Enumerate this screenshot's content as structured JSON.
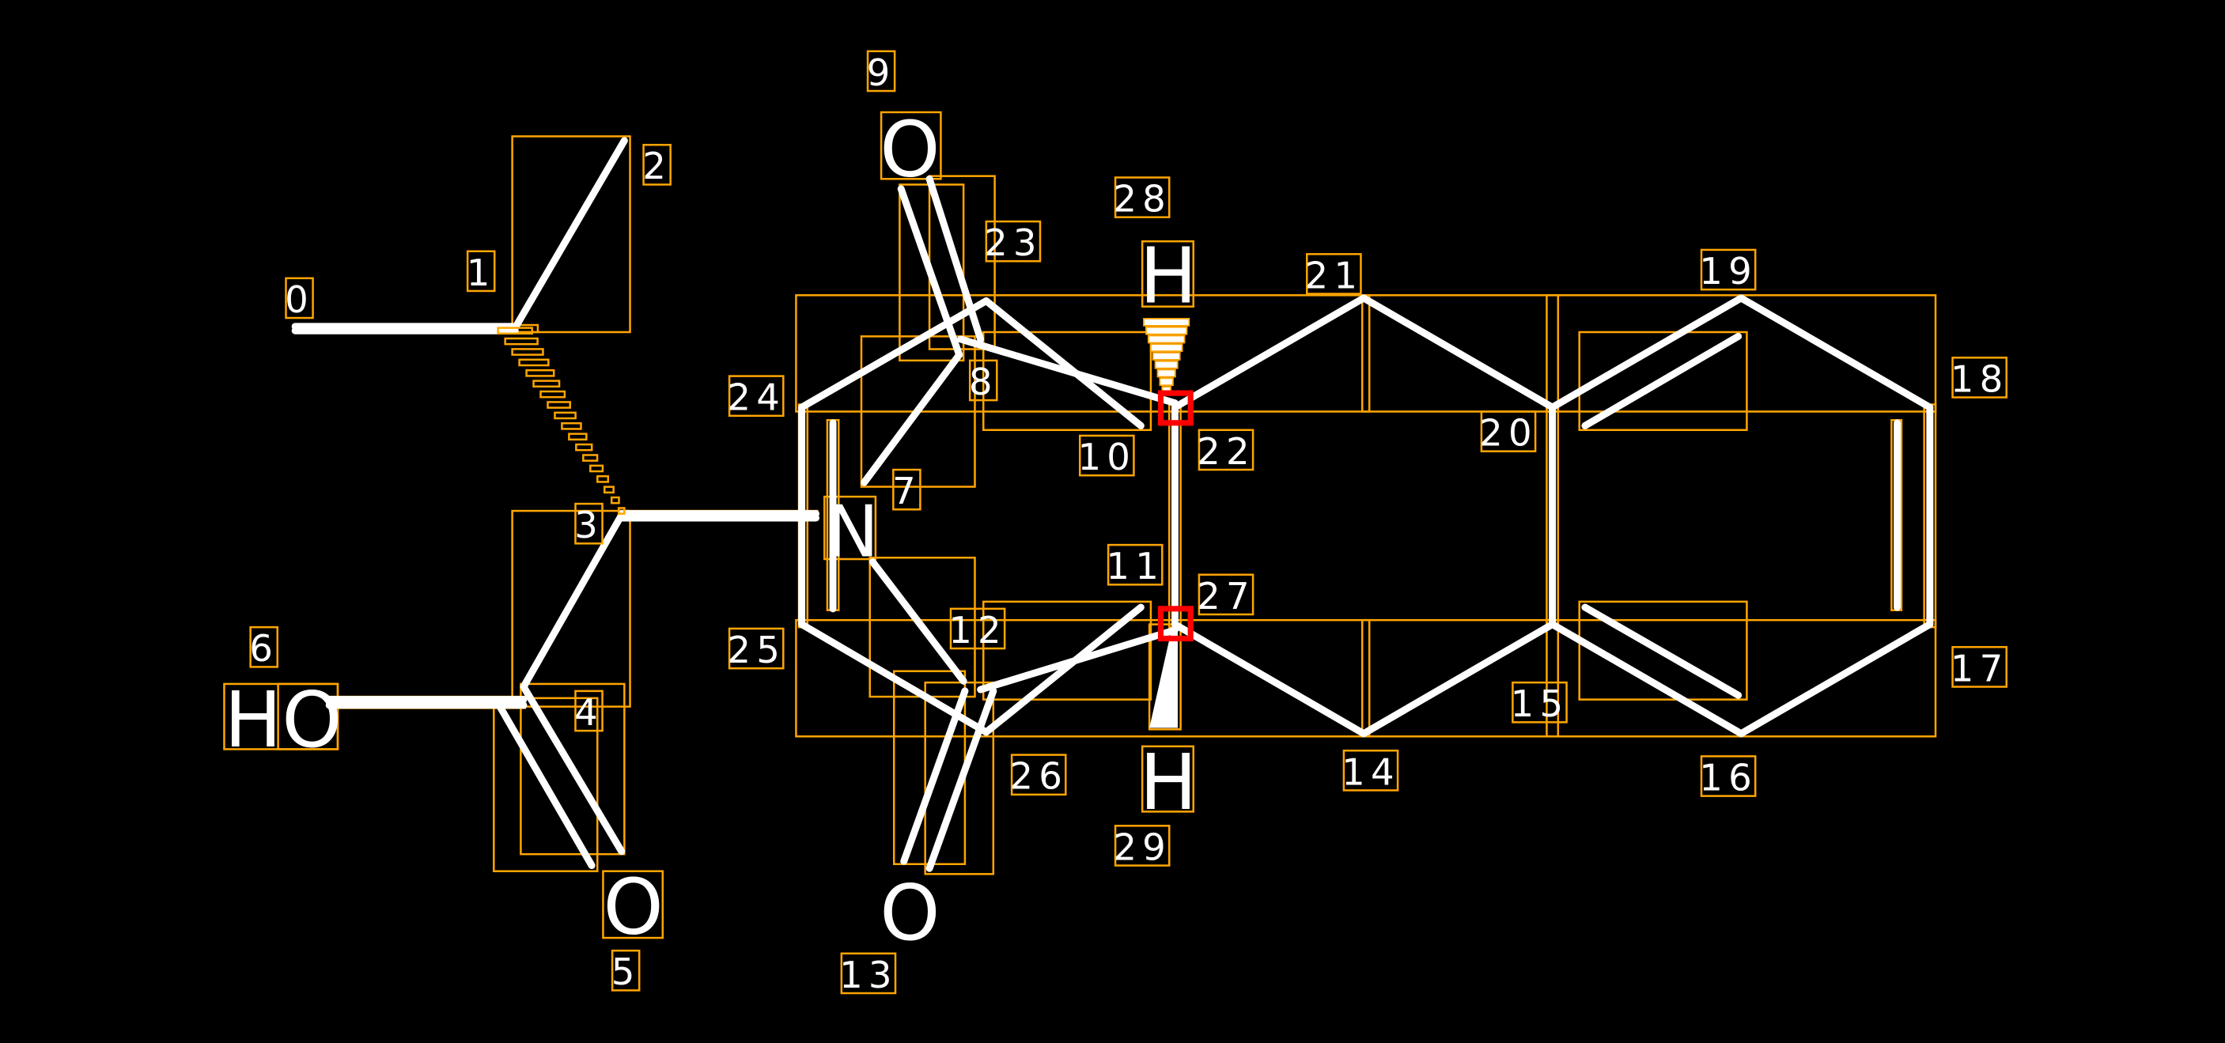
{
  "title": "Molecule atom index annotation",
  "colors": {
    "background": "#000000",
    "bond": "#FFFFFF",
    "box": "#FFA500",
    "highlight": "#FF0000"
  },
  "atom_indices": [
    "0",
    "1",
    "2",
    "3",
    "4",
    "5",
    "6",
    "7",
    "8",
    "9",
    "10",
    "11",
    "12",
    "13",
    "14",
    "15",
    "16",
    "17",
    "18",
    "19",
    "20",
    "21",
    "22",
    "23",
    "24",
    "25",
    "26",
    "27",
    "28",
    "29"
  ],
  "element_symbols": {
    "n": "N",
    "o5": "O",
    "ho6": "HO",
    "o9": "O",
    "o13": "O",
    "h28": "H",
    "h29": "H"
  },
  "highlighted_atoms": [
    "22",
    "27"
  ]
}
